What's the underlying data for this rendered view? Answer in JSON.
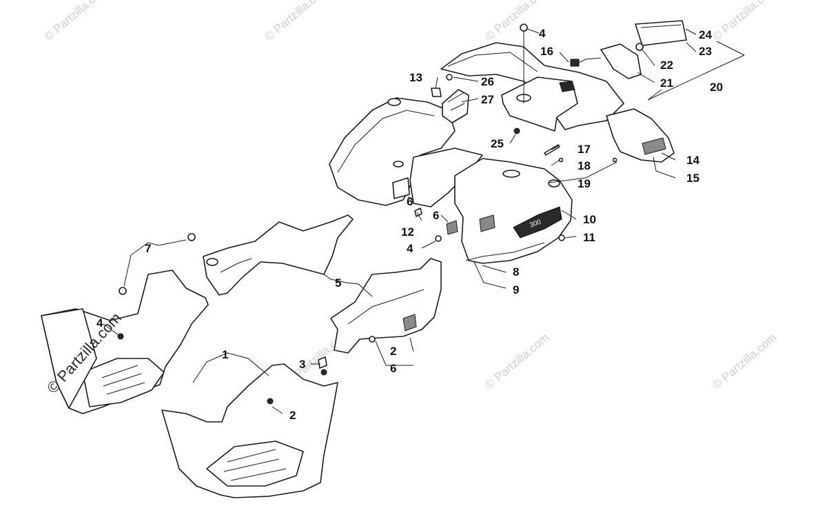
{
  "watermarks": {
    "primary": "© Partzilla.com",
    "faint": "© Partzilla.com"
  },
  "callouts": {
    "c1": "1",
    "c2a": "2",
    "c2b": "2",
    "c3": "3",
    "c4a": "4",
    "c4b": "4",
    "c4c": "4",
    "c5": "5",
    "c6a": "6",
    "c6b": "6",
    "c6c": "6",
    "c7": "7",
    "c8": "8",
    "c9": "9",
    "c10": "10",
    "c11": "11",
    "c12": "12",
    "c13": "13",
    "c14": "14",
    "c15": "15",
    "c16": "16",
    "c17": "17",
    "c18": "18",
    "c19": "19",
    "c20": "20",
    "c21": "21",
    "c22": "22",
    "c23": "23",
    "c24": "24",
    "c25": "25",
    "c26": "26",
    "c27": "27"
  },
  "emblem_text": "300"
}
